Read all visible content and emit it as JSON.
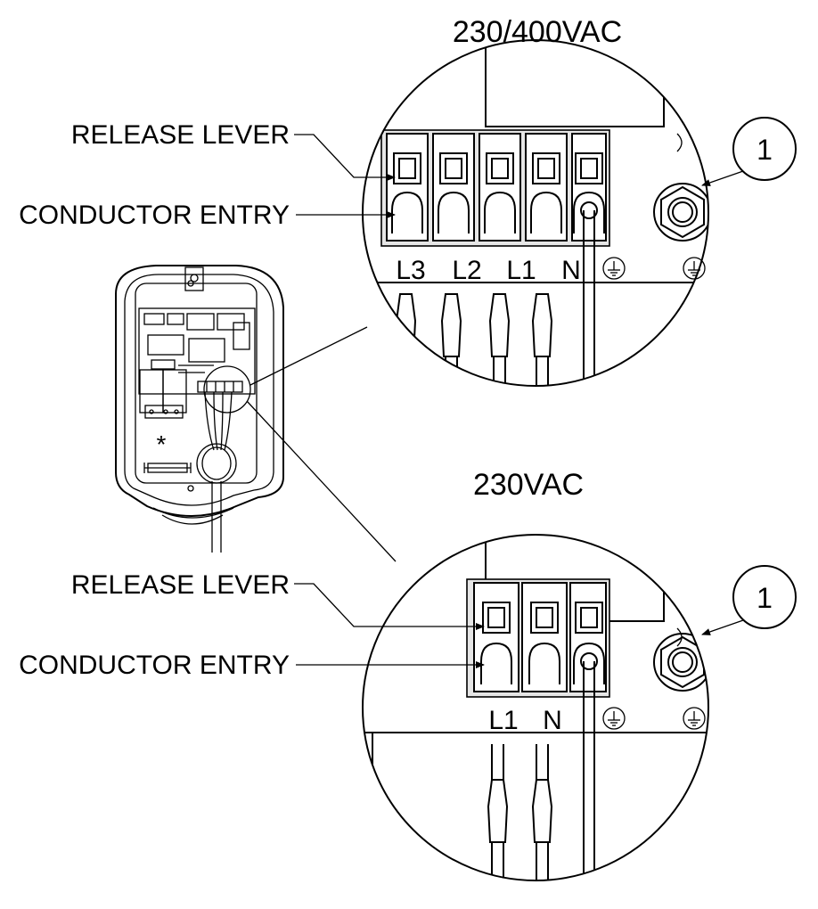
{
  "upper_panel": {
    "title": "230/400VAC",
    "release_lever_label": "RELEASE LEVER",
    "conductor_entry_label": "CONDUCTOR ENTRY",
    "terminals": [
      "L3",
      "L2",
      "L1",
      "N"
    ],
    "callout_number": "1",
    "ground_icon_names": [
      "ground-icon",
      "ground-icon"
    ]
  },
  "lower_panel": {
    "title": "230VAC",
    "release_lever_label": "RELEASE LEVER",
    "conductor_entry_label": "CONDUCTOR ENTRY",
    "terminals": [
      "L1",
      "N"
    ],
    "callout_number": "1",
    "ground_icon_names": [
      "ground-icon",
      "ground-icon"
    ]
  },
  "charger_symbols": {
    "asterisk": "*"
  },
  "colors": {
    "line": "#000000",
    "background": "#ffffff",
    "terminal_fill": "#e6e6e6"
  }
}
